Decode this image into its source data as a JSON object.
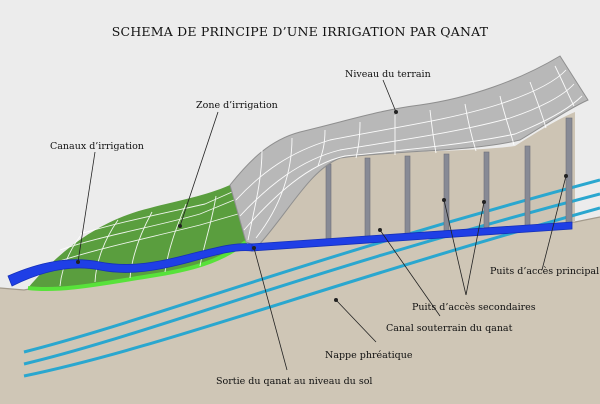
{
  "title": "SCHEMA DE PRINCIPE D’UNE IRRIGATION PAR QANAT",
  "labels": {
    "ground_level": "Niveau du terrain",
    "irrigation_zone": "Zone d’irrigation",
    "irrigation_canals": "Canaux d’irrigation",
    "main_shaft": "Puits d’accès principal",
    "secondary_shafts": "Puits d’accès secondaires",
    "underground_canal": "Canal souterrain du qanat",
    "water_table": "Nappe phréatique",
    "qanat_outlet": "Sortie du qanat au niveau du sol"
  },
  "colors": {
    "background": "#ececec",
    "soil": "#cfc6b6",
    "soil_dark": "#8d8577",
    "grid_surface": "#9c9c9c",
    "field_green": "#5a9e3e",
    "field_edge": "#58e23a",
    "canal_blue": "#1f3fe6",
    "water_table_blue": "#2aa7cf",
    "shaft_gray": "#878a95"
  }
}
